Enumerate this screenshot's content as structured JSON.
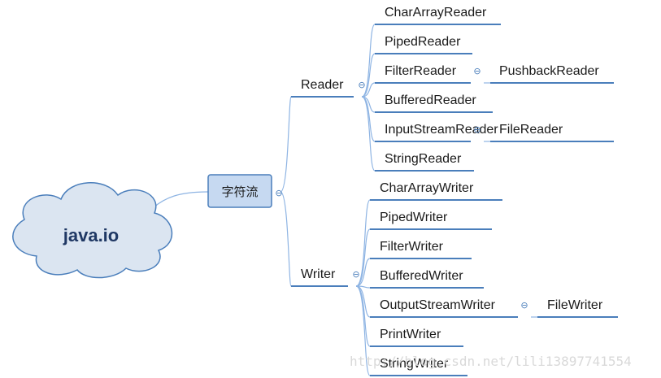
{
  "root": {
    "label": "java.io"
  },
  "category": {
    "label": "字符流"
  },
  "collapse_symbol": "⊖",
  "branches": [
    {
      "label": "Reader",
      "children": [
        {
          "label": "CharArrayReader"
        },
        {
          "label": "PipedReader"
        },
        {
          "label": "FilterReader",
          "child": "PushbackReader"
        },
        {
          "label": "BufferedReader"
        },
        {
          "label": "InputStreamReader",
          "child": "FileReader"
        },
        {
          "label": "StringReader"
        }
      ]
    },
    {
      "label": "Writer",
      "children": [
        {
          "label": "CharArrayWriter"
        },
        {
          "label": "PipedWriter"
        },
        {
          "label": "FilterWriter"
        },
        {
          "label": "BufferedWriter"
        },
        {
          "label": "OutputStreamWriter",
          "child": "FileWriter"
        },
        {
          "label": "PrintWriter"
        },
        {
          "label": "StringWriter"
        }
      ]
    }
  ],
  "watermark": "http://blog.csdn.net/lili13897741554",
  "colors": {
    "line": "#4a7ebb",
    "connector": "#8eb4e3",
    "cloud_fill": "#dbe5f1",
    "box_fill": "#c6d9f1",
    "border": "#4a7ebb"
  }
}
